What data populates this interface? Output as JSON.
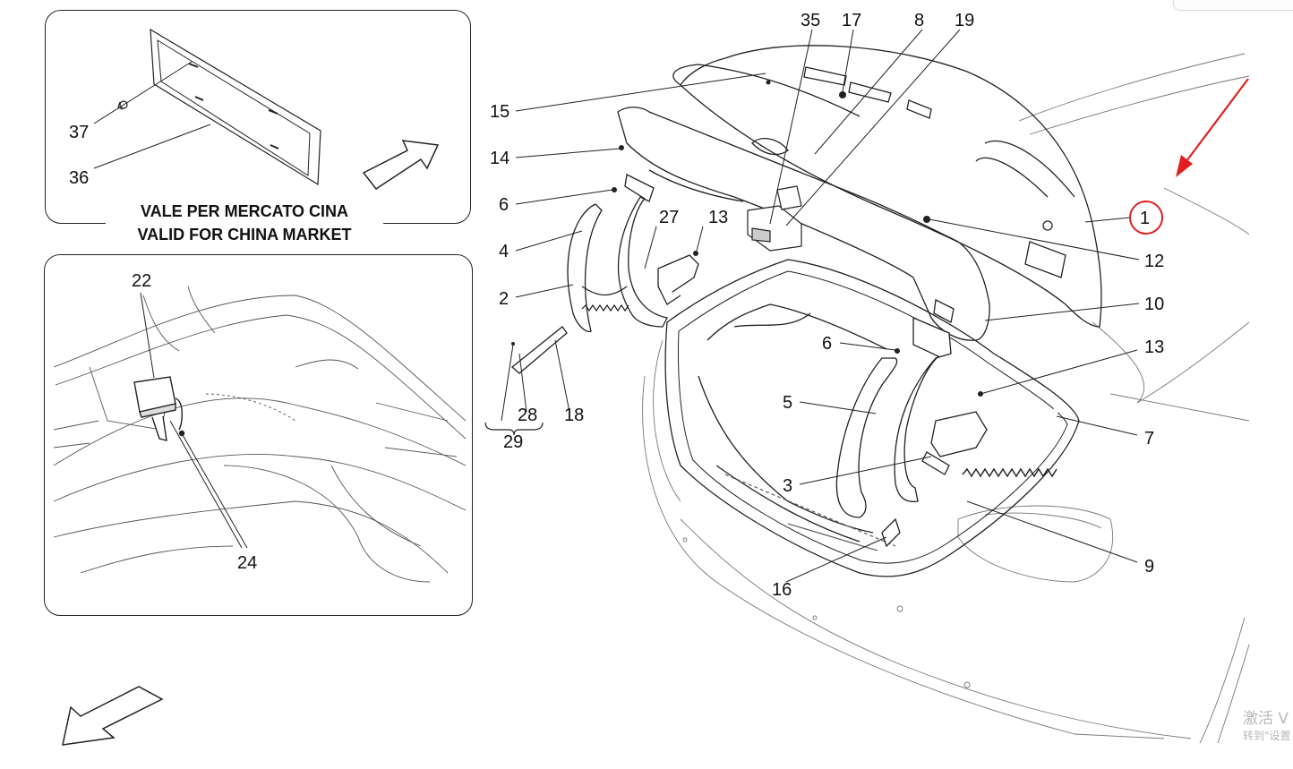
{
  "inset_top": {
    "caption_line1": "VALE PER MERCATO CINA",
    "caption_line2": "VALID FOR CHINA MARKET"
  },
  "callouts": {
    "c1": "1",
    "c2": "2",
    "c3": "3",
    "c4": "4",
    "c5": "5",
    "c6a": "6",
    "c6b": "6",
    "c7": "7",
    "c8": "8",
    "c9": "9",
    "c10": "10",
    "c12": "12",
    "c13a": "13",
    "c13b": "13",
    "c14": "14",
    "c15": "15",
    "c16": "16",
    "c17": "17",
    "c18": "18",
    "c19": "19",
    "c22": "22",
    "c24": "24",
    "c27": "27",
    "c28": "28",
    "c29": "29",
    "c35": "35",
    "c36": "36",
    "c37": "37"
  },
  "highlight": {
    "part": "1",
    "color": "#e02020"
  },
  "watermark": {
    "line1": "激活 V",
    "line2": "转到\"设置"
  }
}
